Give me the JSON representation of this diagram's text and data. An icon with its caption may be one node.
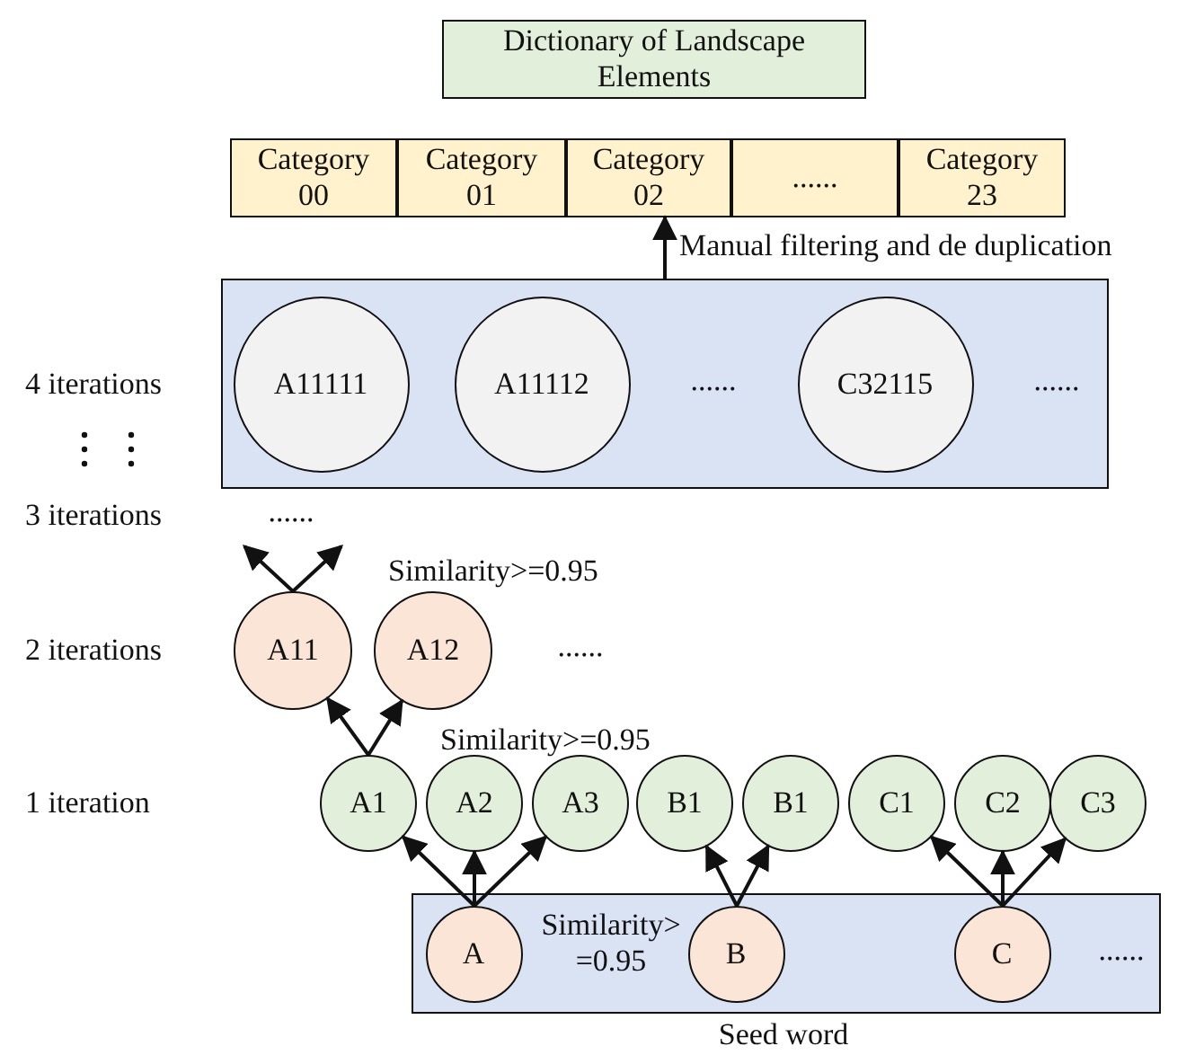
{
  "diagram": {
    "nodes": [
      {
        "text": [
          "Dictionary of Landscape Elements"
        ]
      },
      {
        "text": [
          "Category 00"
        ]
      },
      {
        "text": [
          "Category 01"
        ]
      },
      {
        "text": [
          "Category 02"
        ]
      },
      {
        "text": [
          "......"
        ]
      },
      {
        "text": [
          "Category 23"
        ]
      },
      {
        "text": [],
        "shape": "box"
      },
      {
        "text": [
          "A11111"
        ],
        "in": 6
      },
      {
        "text": [
          "A11112"
        ],
        "in": 6
      },
      {
        "text": [
          "C32115"
        ],
        "in": 6
      },
      {
        "text": [
          "A11"
        ]
      },
      {
        "text": [
          "A12"
        ]
      },
      {
        "text": [
          "A1"
        ]
      },
      {
        "text": [
          "A2"
        ]
      },
      {
        "text": [
          "A3"
        ]
      },
      {
        "text": [
          "B1"
        ]
      },
      {
        "text": [
          "B1"
        ]
      },
      {
        "text": [
          "C1"
        ]
      },
      {
        "text": [
          "C2"
        ]
      },
      {
        "text": [
          "C3"
        ]
      },
      {
        "text": [],
        "shape": "box",
        "beside": [
          "Seed word"
        ]
      },
      {
        "text": [
          "A"
        ],
        "in": 20
      },
      {
        "text": [
          "B"
        ],
        "in": 20
      },
      {
        "text": [
          "C"
        ],
        "in": 20
      }
    ],
    "edges": [
      {
        "from": 6,
        "to": 3,
        "arrow": "to",
        "label": "Manual filtering and de duplication"
      },
      {
        "from": 10,
        "to": null,
        "arrow": "to"
      },
      {
        "from": 10,
        "to": null,
        "arrow": "to"
      },
      {
        "from": 12,
        "to": 10,
        "arrow": "to"
      },
      {
        "from": 12,
        "to": 11,
        "arrow": "to"
      },
      {
        "from": 21,
        "to": 12,
        "arrow": "to"
      },
      {
        "from": 21,
        "to": 13,
        "arrow": "to"
      },
      {
        "from": 21,
        "to": 14,
        "arrow": "to"
      },
      {
        "from": 22,
        "to": 15,
        "arrow": "to"
      },
      {
        "from": 22,
        "to": 16,
        "arrow": "to"
      },
      {
        "from": 23,
        "to": 17,
        "arrow": "to"
      },
      {
        "from": 23,
        "to": 18,
        "arrow": "to"
      },
      {
        "from": 23,
        "to": 19,
        "arrow": "to"
      }
    ],
    "labels": [
      "4 iterations",
      "......",
      "......",
      "3 iterations",
      "......",
      "Similarity>=0.95",
      "2 iterations",
      "......",
      "Similarity>=0.95",
      "1 iteration",
      "Similarity> =0.95",
      "......"
    ]
  }
}
